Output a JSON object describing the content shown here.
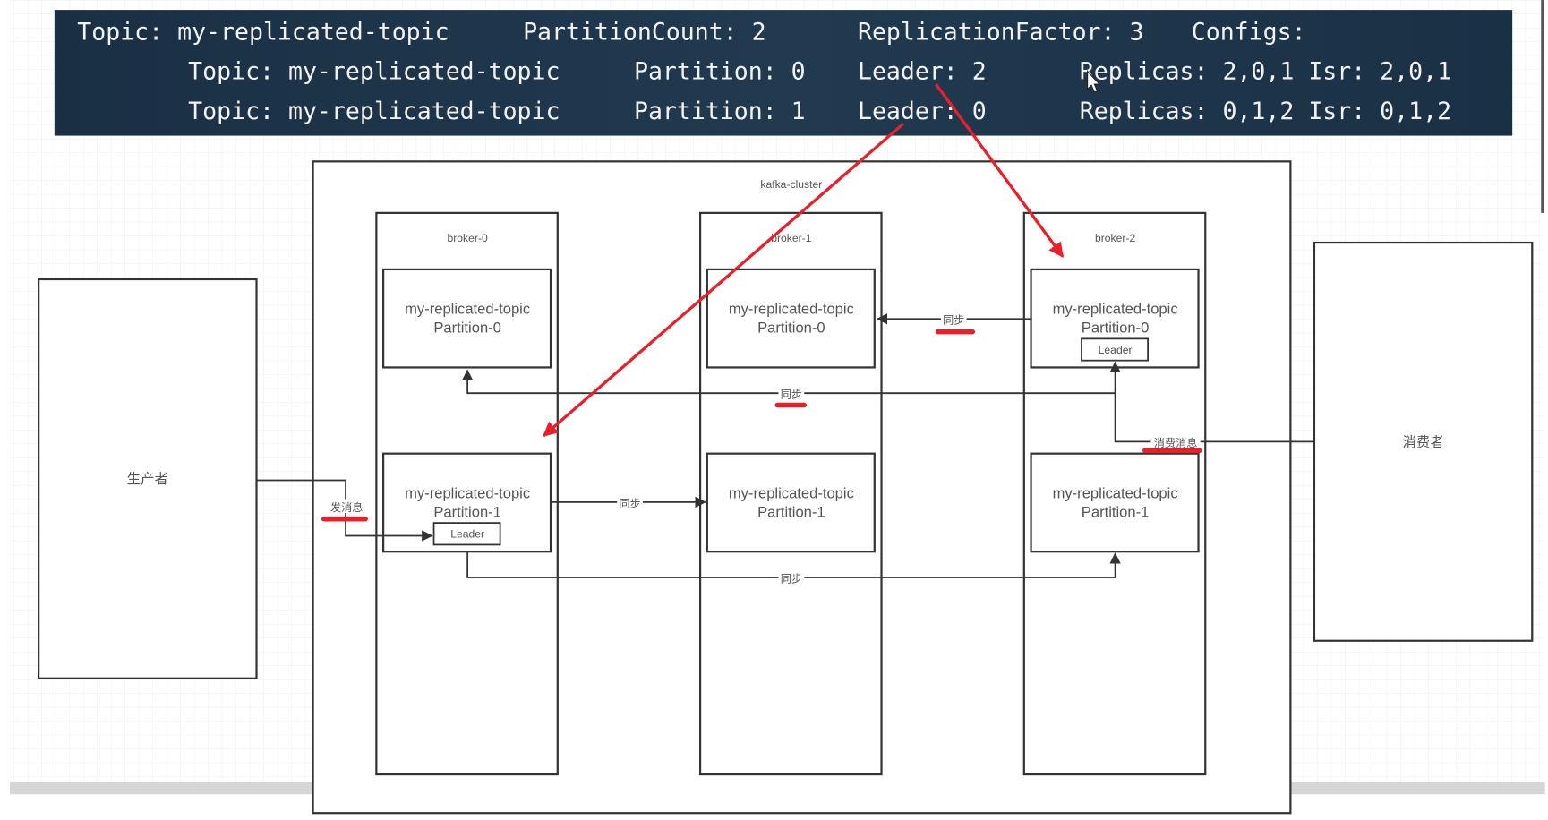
{
  "header": {
    "row1": {
      "topic": "Topic: my-replicated-topic",
      "partition_count": "PartitionCount: 2",
      "replication_factor": "ReplicationFactor: 3",
      "configs": "Configs:"
    },
    "rows": [
      {
        "topic": "Topic: my-replicated-topic",
        "partition": "Partition: 0",
        "leader": "Leader: 2",
        "replicas": "Replicas: 2,0,1 Isr: 2,0,1"
      },
      {
        "topic": "Topic: my-replicated-topic",
        "partition": "Partition: 1",
        "leader": "Leader: 0",
        "replicas": "Replicas: 0,1,2 Isr: 0,1,2"
      }
    ]
  },
  "diagram": {
    "cluster_label": "kafka-cluster",
    "brokers": [
      {
        "name": "broker-0",
        "p0": {
          "topic": "my-replicated-topic",
          "partition": "Partition-0"
        },
        "p1": {
          "topic": "my-replicated-topic",
          "partition": "Partition-1",
          "badge": "Leader"
        }
      },
      {
        "name": "broker-1",
        "p0": {
          "topic": "my-replicated-topic",
          "partition": "Partition-0"
        },
        "p1": {
          "topic": "my-replicated-topic",
          "partition": "Partition-1"
        }
      },
      {
        "name": "broker-2",
        "p0": {
          "topic": "my-replicated-topic",
          "partition": "Partition-0",
          "badge": "Leader"
        },
        "p1": {
          "topic": "my-replicated-topic",
          "partition": "Partition-1"
        }
      }
    ],
    "producer": "生产者",
    "consumer": "消费者",
    "edges": {
      "send": "发消息",
      "sync": "同步",
      "consume": "消费消息"
    }
  },
  "colors": {
    "header_bg": "#1b3246",
    "annotation": "#e8202a"
  }
}
